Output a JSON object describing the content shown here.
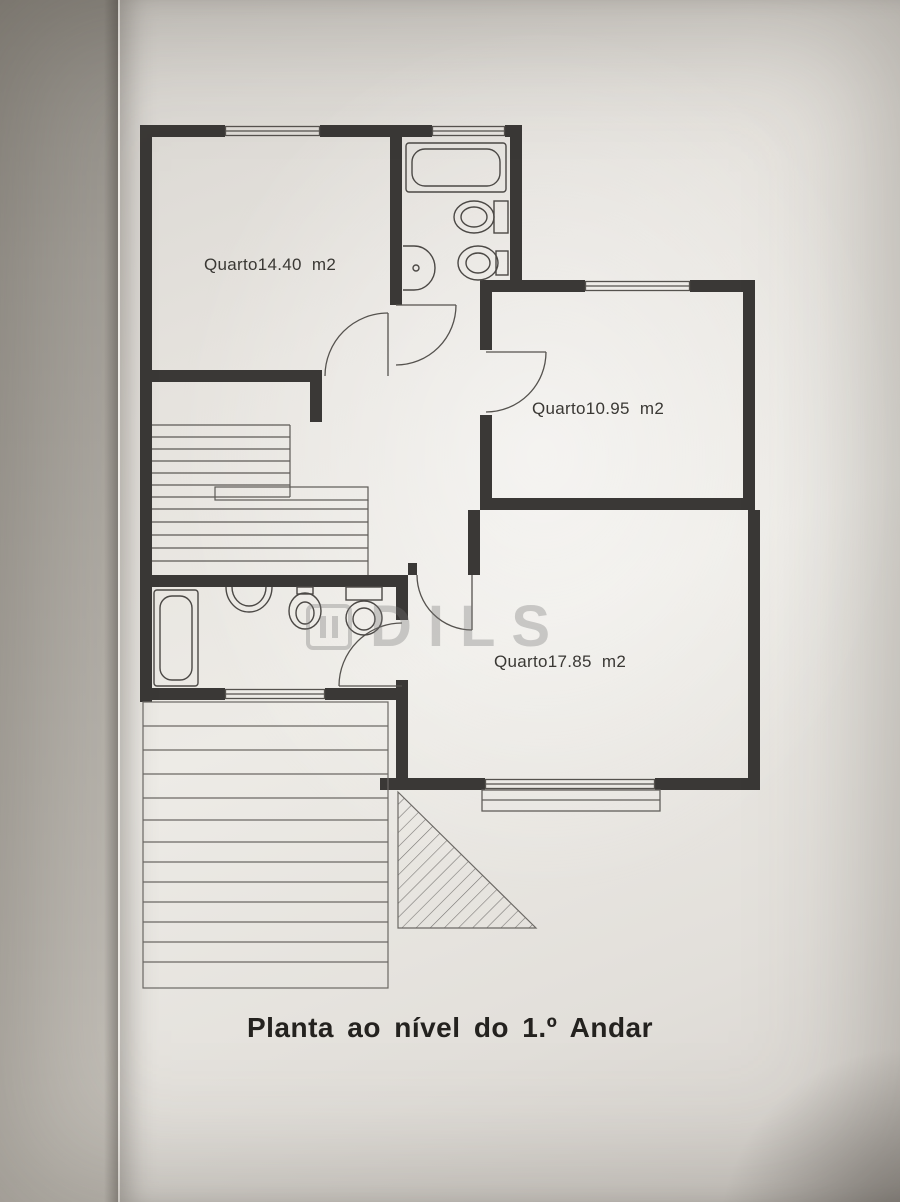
{
  "document": {
    "title": "Planta ao nível do 1.º Andar"
  },
  "rooms": [
    {
      "label": "Quarto14.40  m2"
    },
    {
      "label": "Quarto10.95  m2"
    },
    {
      "label": "Quarto17.85  m2"
    }
  ],
  "watermark": {
    "text": "DILS"
  },
  "colors": {
    "wall": "#3a3836",
    "thin_line": "#55524e",
    "paper_light": "#edebe6",
    "paper_dark": "#d5d1cc",
    "label_ink": "#3a3834",
    "title_ink": "#24221f",
    "watermark_gray": "#767674"
  }
}
